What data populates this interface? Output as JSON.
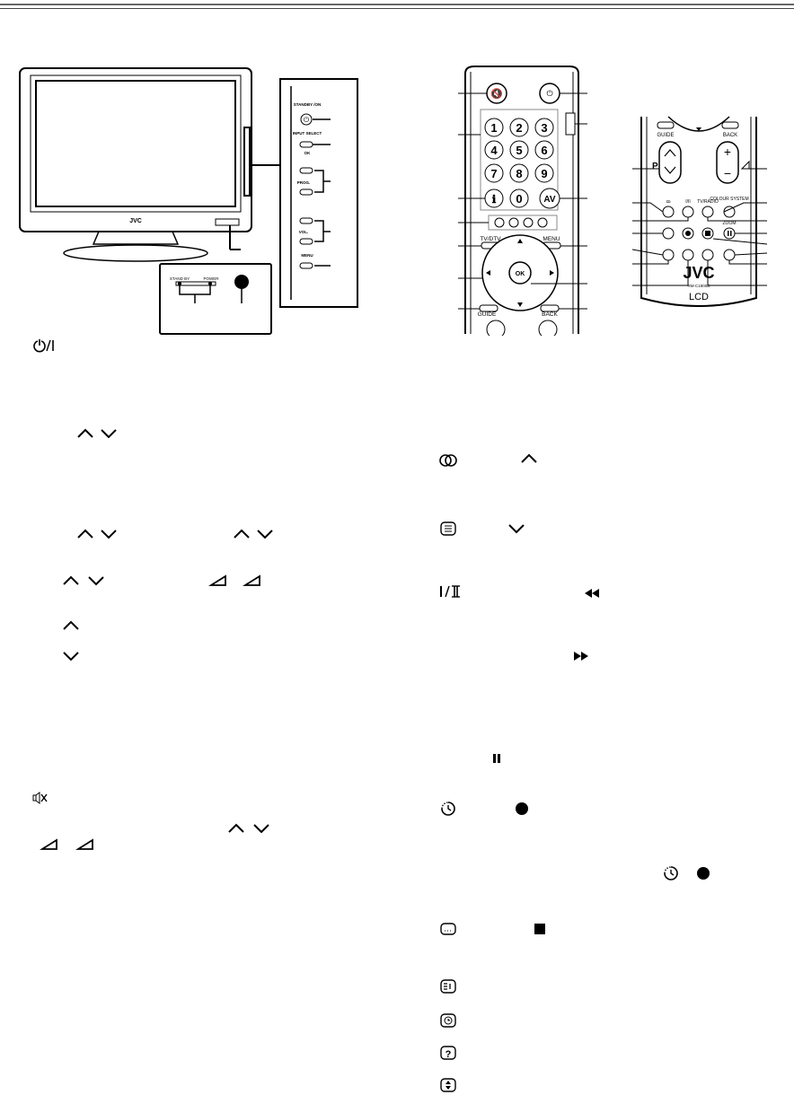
{
  "tv": {
    "brand": "JVC",
    "panel_labels": [
      "STANDBY /ON",
      "INPUT SELECT",
      "OK",
      "PROG.",
      "VOL.",
      "MENU"
    ],
    "standby_label": "STAND BY",
    "power_label": "POWER"
  },
  "remote_left": {
    "numbers": [
      "1",
      "2",
      "3",
      "4",
      "5",
      "6",
      "7",
      "8",
      "9",
      "0"
    ],
    "av_label": "AV",
    "tvdtv_label": "TV/DTV",
    "menu_label": "MENU",
    "ok_label": "OK",
    "guide_label": "GUIDE",
    "back_label": "BACK"
  },
  "remote_right": {
    "guide_label": "GUIDE",
    "back_label": "BACK",
    "p_label": "P",
    "i_ii_label": "I/II",
    "tvradio_label": "TV/RADIO",
    "colour_system_label": "COLOUR SYSTEM",
    "zoom_label": "ZOOM",
    "brand": "JVC",
    "model": "RM-C1900D",
    "lcd_label": "LCD"
  },
  "colors": {
    "ink": "#000000",
    "rule": "#444444"
  }
}
